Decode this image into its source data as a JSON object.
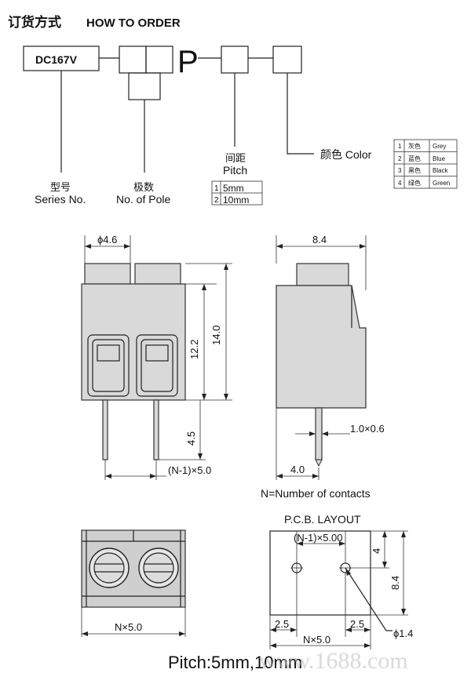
{
  "header": {
    "title_cn": "订货方式",
    "title_en": "HOW TO ORDER"
  },
  "order_code": {
    "series_code": "DC167V",
    "letter_p": "P",
    "series_label_cn": "型号",
    "series_label_en": "Series No.",
    "pole_label_cn": "极数",
    "pole_label_en": "No. of Pole",
    "pitch_label_cn": "间距",
    "pitch_label_en": "Pitch",
    "pitch_options": [
      {
        "num": "1",
        "value": "5mm"
      },
      {
        "num": "2",
        "value": "10mm"
      }
    ],
    "color_label": "颜色 Color",
    "color_options": [
      {
        "num": "1",
        "cn": "灰色",
        "en": "Grey"
      },
      {
        "num": "2",
        "cn": "蓝色",
        "en": "Blue"
      },
      {
        "num": "3",
        "cn": "黑色",
        "en": "Black"
      },
      {
        "num": "4",
        "cn": "绿色",
        "en": "Green"
      }
    ]
  },
  "front_view": {
    "dim_diameter": "ϕ4.6",
    "dim_height_total": "14.0",
    "dim_height_body": "12.2",
    "dim_pin": "4.5",
    "dim_pitch": "(N-1)×5.0"
  },
  "side_view": {
    "dim_width": "8.4",
    "dim_pin_size": "1.0×0.6",
    "dim_pin_offset": "4.0",
    "note": "N=Number of contacts"
  },
  "top_view": {
    "dim_width": "N×5.0"
  },
  "pcb_layout": {
    "title": "P.C.B. LAYOUT",
    "dim_pitch": "(N-1)×5.00",
    "dim_4": "4",
    "dim_8_4": "8.4",
    "dim_left_margin": "2.5",
    "dim_right_margin": "2.5",
    "dim_width": "N×5.0",
    "dim_hole": "ϕ1.4"
  },
  "footer": {
    "pitch_text": "Pitch:5mm,10mm",
    "watermark": "www.1688.com"
  },
  "colors": {
    "body_fill": "#d9d9d9",
    "line": "#222222"
  }
}
